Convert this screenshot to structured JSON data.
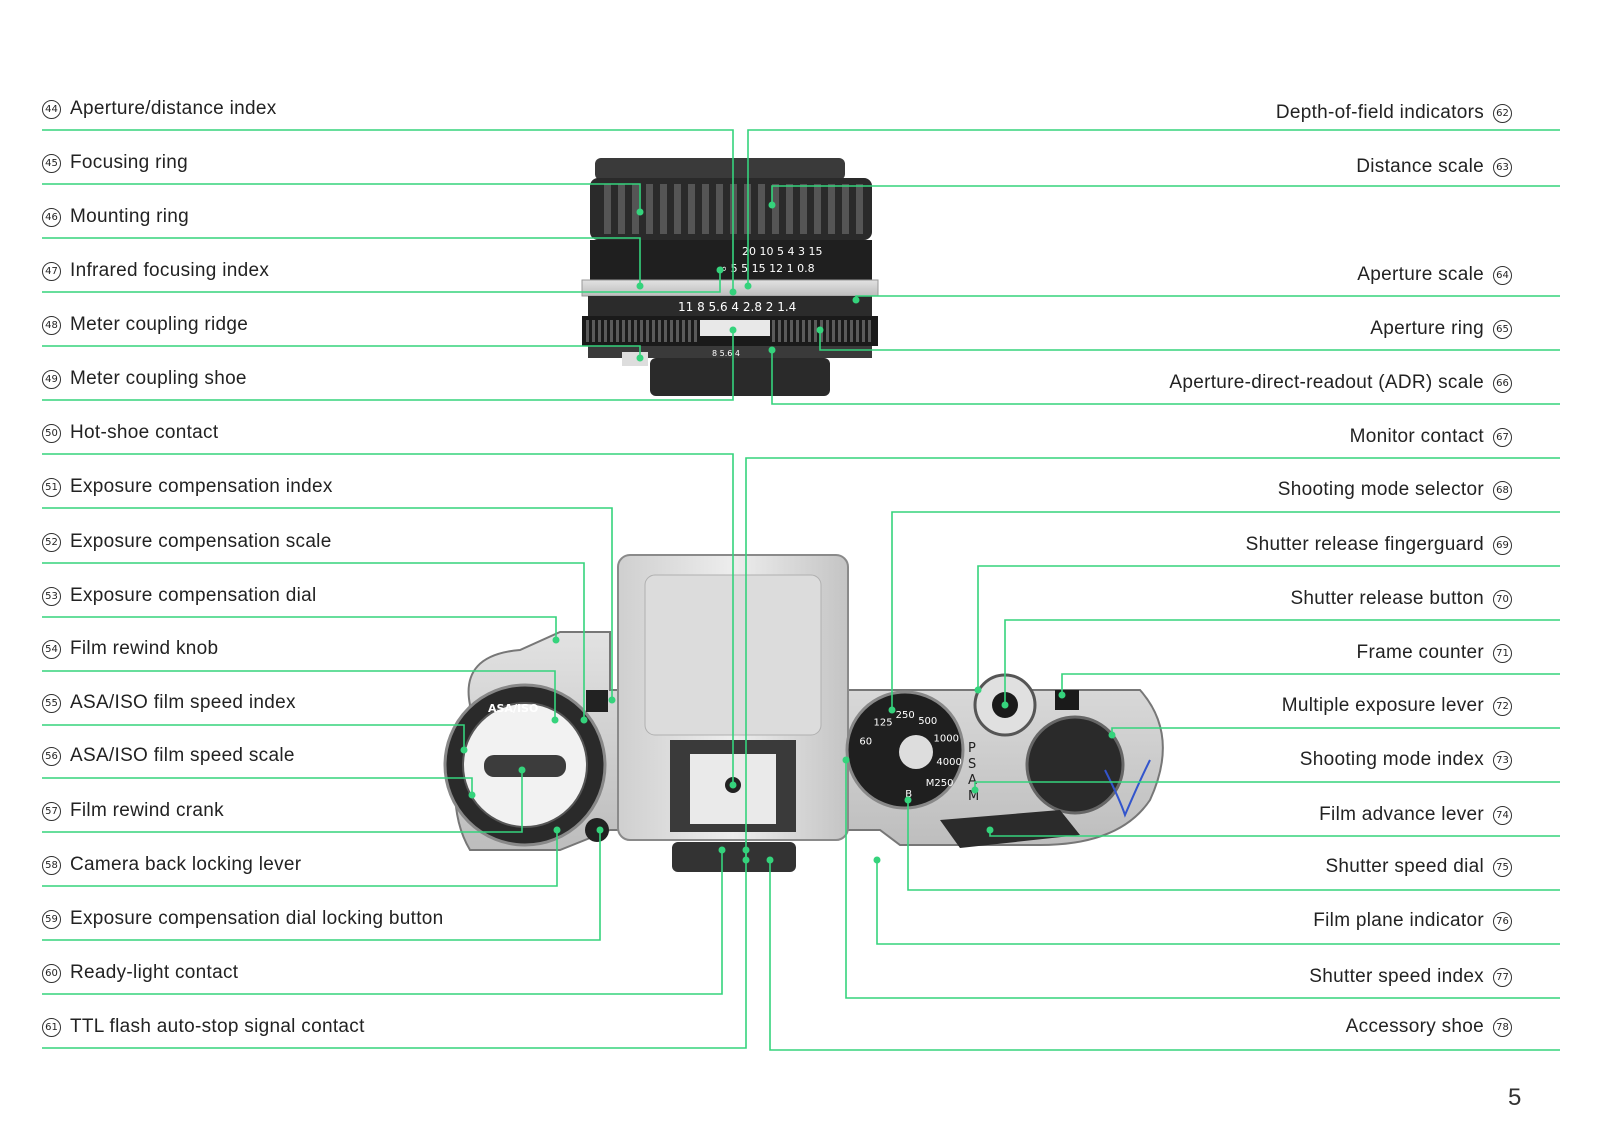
{
  "accent_color": "#35d37c",
  "page_number": "5",
  "left_labels": [
    {
      "num": "44",
      "text": "Aperture/distance index"
    },
    {
      "num": "45",
      "text": "Focusing ring"
    },
    {
      "num": "46",
      "text": "Mounting ring"
    },
    {
      "num": "47",
      "text": "Infrared focusing index"
    },
    {
      "num": "48",
      "text": "Meter coupling ridge"
    },
    {
      "num": "49",
      "text": "Meter coupling shoe"
    },
    {
      "num": "50",
      "text": "Hot-shoe contact"
    },
    {
      "num": "51",
      "text": "Exposure compensation index"
    },
    {
      "num": "52",
      "text": "Exposure compensation scale"
    },
    {
      "num": "53",
      "text": "Exposure compensation dial"
    },
    {
      "num": "54",
      "text": "Film rewind knob"
    },
    {
      "num": "55",
      "text": "ASA/ISO film speed index"
    },
    {
      "num": "56",
      "text": "ASA/ISO film speed scale"
    },
    {
      "num": "57",
      "text": "Film rewind crank"
    },
    {
      "num": "58",
      "text": "Camera back locking lever"
    },
    {
      "num": "59",
      "text": "Exposure compensation dial locking button"
    },
    {
      "num": "60",
      "text": "Ready-light contact"
    },
    {
      "num": "61",
      "text": "TTL flash auto-stop signal contact"
    }
  ],
  "right_labels": [
    {
      "num": "62",
      "text": "Depth-of-field indicators"
    },
    {
      "num": "63",
      "text": "Distance scale"
    },
    {
      "num": "64",
      "text": "Aperture scale"
    },
    {
      "num": "65",
      "text": "Aperture ring"
    },
    {
      "num": "66",
      "text": "Aperture-direct-readout (ADR) scale"
    },
    {
      "num": "67",
      "text": "Monitor contact"
    },
    {
      "num": "68",
      "text": "Shooting mode selector"
    },
    {
      "num": "69",
      "text": "Shutter release fingerguard"
    },
    {
      "num": "70",
      "text": "Shutter release button"
    },
    {
      "num": "71",
      "text": "Frame counter"
    },
    {
      "num": "72",
      "text": "Multiple exposure lever"
    },
    {
      "num": "73",
      "text": "Shooting mode index"
    },
    {
      "num": "74",
      "text": "Film advance lever"
    },
    {
      "num": "75",
      "text": "Shutter speed dial"
    },
    {
      "num": "76",
      "text": "Film plane indicator"
    },
    {
      "num": "77",
      "text": "Shutter speed index"
    },
    {
      "num": "78",
      "text": "Accessory shoe"
    }
  ],
  "lens_markings": {
    "distance_top": "20  10  5  4  3  15",
    "distance_bottom": "∞  5   5  15  12  1  0.8",
    "aperture_scale": "11 8 5.6 4 2.8 2 1.4",
    "adr_scale": "8  5.6  4"
  },
  "dial_markings": {
    "asa_label": "ASA/ISO",
    "mode_letters": [
      "P",
      "S",
      "A",
      "M"
    ],
    "shutter_values": [
      "60",
      "125",
      "250",
      "500",
      "1000",
      "4000",
      "M250",
      "B"
    ]
  }
}
